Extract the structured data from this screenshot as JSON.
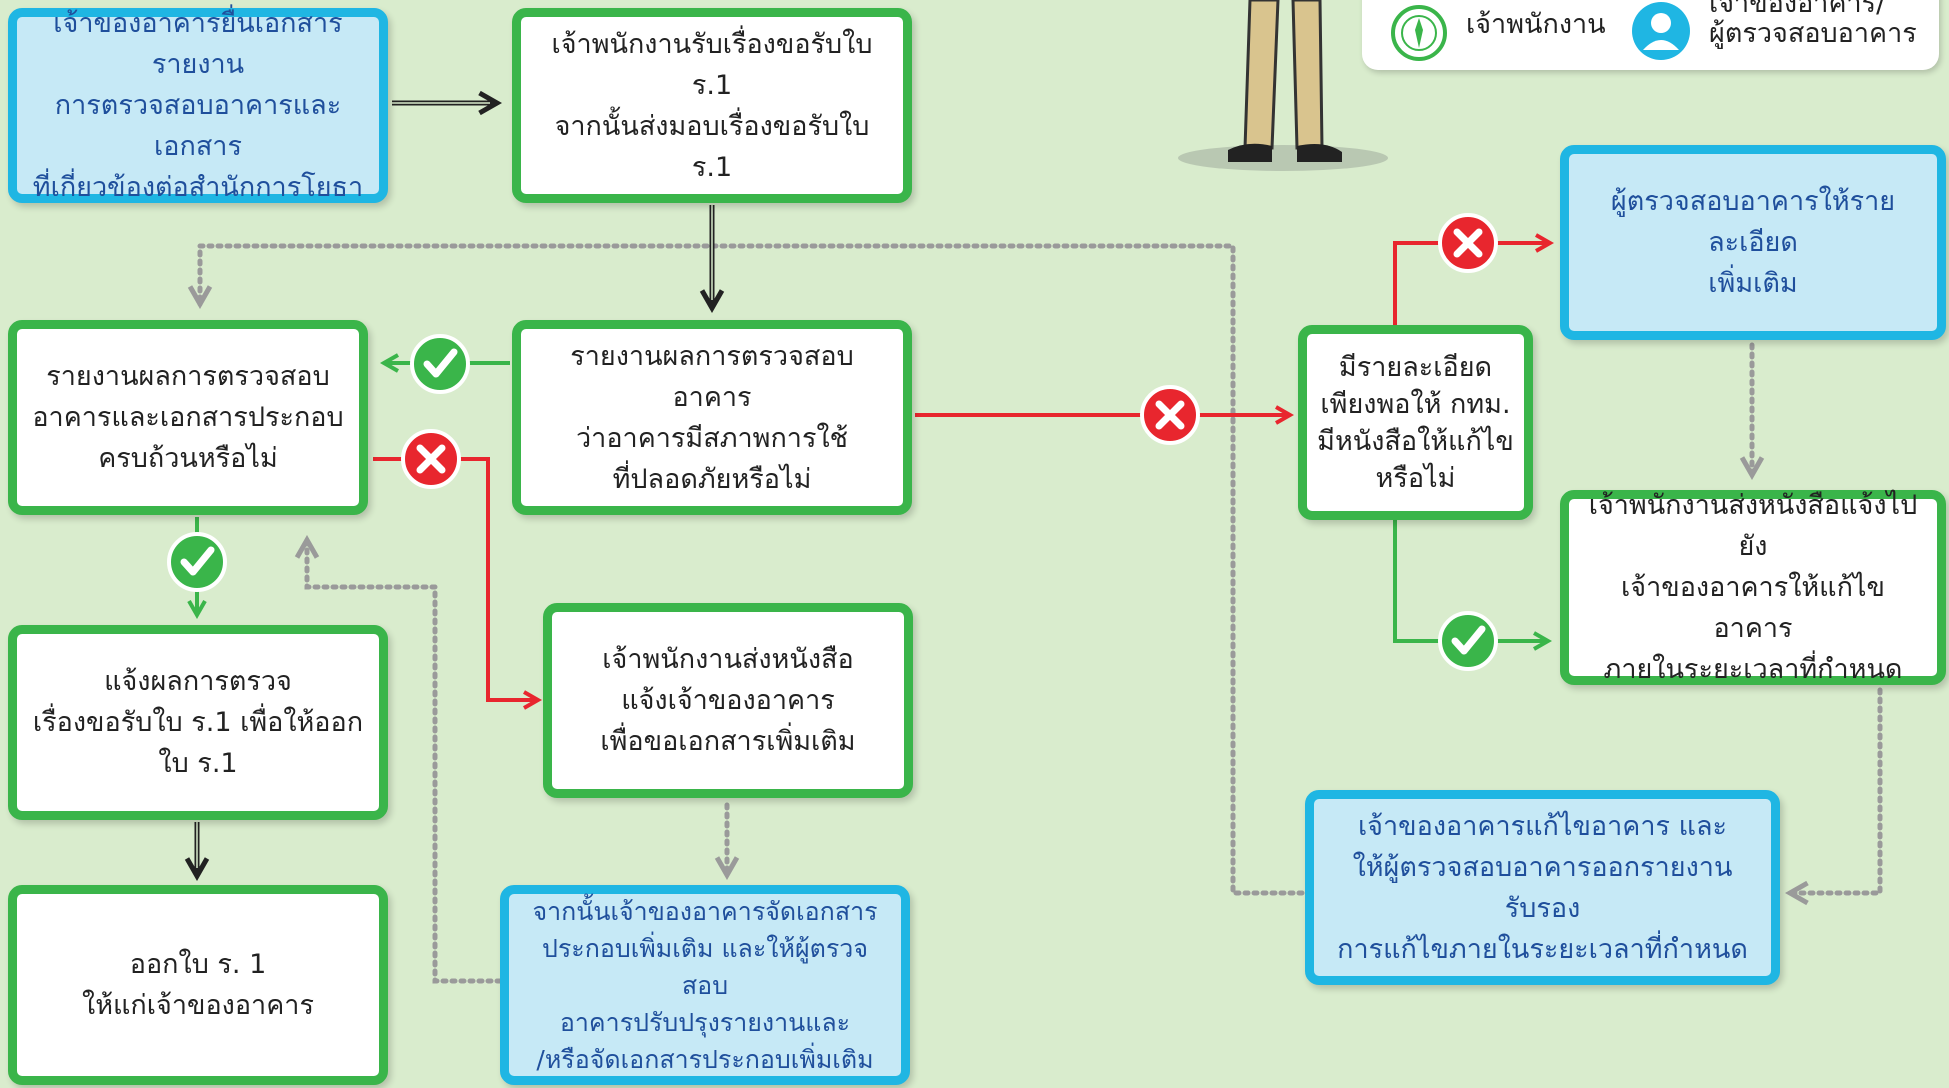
{
  "legend": {
    "staff_label": "เจ้าพนักงาน",
    "owner_label": "เจ้าของอาคาร/\nผู้ตรวจสอบอาคาร",
    "colors": {
      "staff": "#3ab54a",
      "owner": "#1fb6e3"
    },
    "icons": [
      "bma-seal-icon",
      "person-icon"
    ]
  },
  "nodes": {
    "submit": "เจ้าของอาคารยื่นเอกสารรายงาน\nการตรวจสอบอาคารและเอกสาร\nที่เกี่ยวข้องต่อสำนักการโยธา",
    "receive": "เจ้าพนักงานรับเรื่องขอรับใบ ร.1\nจากนั้นส่งมอบเรื่องขอรับใบ ร.1",
    "check_docs": "รายงานผลการตรวจสอบ\nอาคารและเอกสารประกอบ\nครบถ้วนหรือไม่",
    "check_safety": "รายงานผลการตรวจสอบอาคาร\nว่าอาคารมีสภาพการใช้\nที่ปลอดภัยหรือไม่",
    "notify_result": "แจ้งผลการตรวจ\nเรื่องขอรับใบ ร.1 เพื่อให้ออก\nใบ ร.1",
    "issue": "ออกใบ ร. 1\nให้แก่เจ้าของอาคาร",
    "request_docs": "เจ้าพนักงานส่งหนังสือ\nแจ้งเจ้าของอาคาร\nเพื่อขอเอกสารเพิ่มเติม",
    "owner_prepare": "จากนั้นเจ้าของอาคารจัดเอกสาร\nประกอบเพิ่มเติม และให้ผู้ตรวจสอบ\nอาคารปรับปรุงรายงานและ\n/หรือจัดเอกสารประกอบเพิ่มเติม",
    "detail_decision": "มีรายละเอียด\nเพียงพอให้ กทม.\nมีหนังสือให้แก้ไข\nหรือไม่",
    "inspector_detail": "ผู้ตรวจสอบอาคารให้รายละเอียด\nเพิ่มเติม",
    "notify_fix": "เจ้าพนักงานส่งหนังสือแจ้งไปยัง\nเจ้าของอาคารให้แก้ไขอาคาร\nภายในระยะเวลาที่กำหนด",
    "owner_fix": "เจ้าของอาคารแก้ไขอาคาร และ\nให้ผู้ตรวจสอบอาคารออกรายงานรับรอง\nการแก้ไขภายในระยะเวลาที่กำหนด"
  },
  "colors": {
    "yes": "#3ab54a",
    "no": "#e8262e",
    "flow": "#222222",
    "loop": "#9a9a9a"
  },
  "markers": {
    "yes_icon": "check-icon",
    "no_icon": "cross-icon"
  }
}
